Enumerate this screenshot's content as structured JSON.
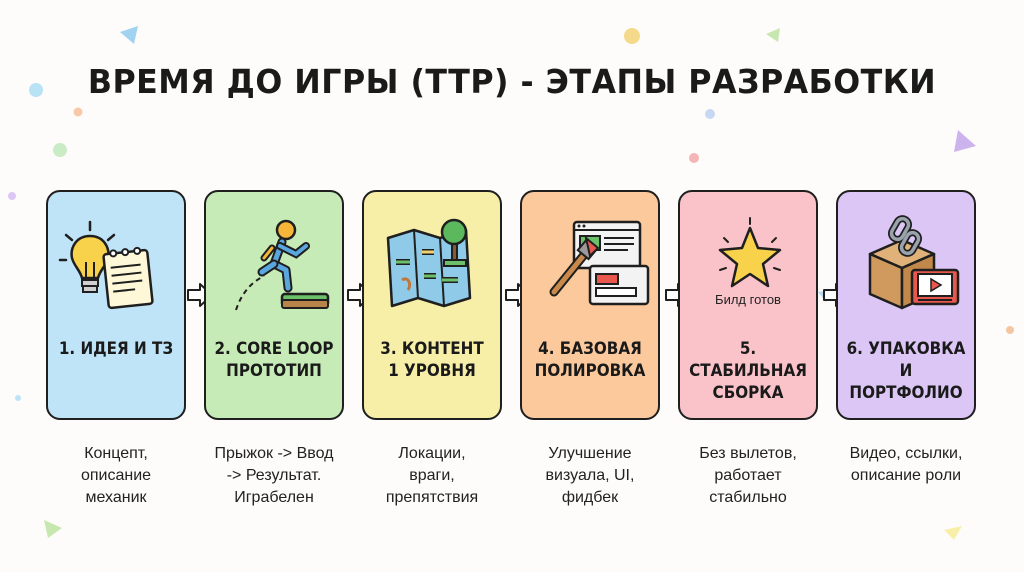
{
  "title": "ВРЕМЯ ДО ИГРЫ (TTP) - ЭТАПЫ РАЗРАБОТКИ",
  "stages": [
    {
      "label": "1. ИДЕЯ И ТЗ",
      "description": "Концепт,\nописание\nмеханик",
      "icon": "lightbulb-document-icon",
      "color": "#bfe3f7"
    },
    {
      "label": "2. CORE LOOP\nПРОТОТИП",
      "description": "Прыжок -> Ввод\n-> Результат.\nИграбелен",
      "icon": "jumping-person-icon",
      "color": "#c6ebb6"
    },
    {
      "label": "3. КОНТЕНТ\n1 УРОВНЯ",
      "description": "Локации,\nвраги,\nпрепятствия",
      "icon": "level-map-icon",
      "color": "#f7efa8"
    },
    {
      "label": "4. БАЗОВАЯ\nПОЛИРОВКА",
      "description": "Улучшение\nвизуала, UI,\nфидбек",
      "icon": "paint-brush-ui-icon",
      "color": "#fbc99c"
    },
    {
      "label": "5. СТАБИЛЬНАЯ\nСБОРКА",
      "description": "Без вылетов,\nработает\nстабильно",
      "icon": "star-icon",
      "extra": "Билд готов",
      "color": "#f9c3c9"
    },
    {
      "label": "6. УПАКОВКА\nИ ПОРТФОЛИО",
      "description": "Видео, ссылки,\nописание роли",
      "icon": "box-video-icon",
      "color": "#dcc6f5"
    }
  ]
}
